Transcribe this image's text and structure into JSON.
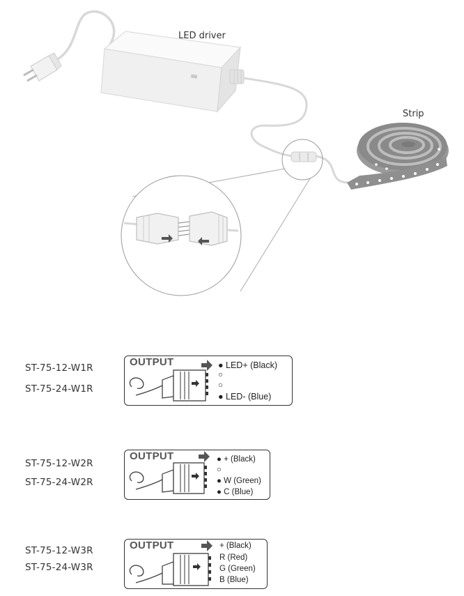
{
  "labels": {
    "driver": "LED driver",
    "strip": "Strip"
  },
  "outputs": [
    {
      "models": [
        "ST-75-12-W1R",
        "ST-75-24-W1R"
      ],
      "title": "OUTPUT",
      "pins": [
        "●  LED+ (Black)",
        "○",
        "○",
        "●  LED- (Blue)"
      ]
    },
    {
      "models": [
        "ST-75-12-W2R",
        "ST-75-24-W2R"
      ],
      "title": "OUTPUT",
      "pins": [
        "●  + (Black)",
        "○",
        "●  W (Green)",
        "●  C (Blue)"
      ]
    },
    {
      "models": [
        "ST-75-12-W3R",
        "ST-75-24-W3R"
      ],
      "title": "OUTPUT",
      "pins": [
        "+  (Black)",
        "R  (Red)",
        "G  (Green)",
        "B  (Blue)"
      ]
    }
  ]
}
